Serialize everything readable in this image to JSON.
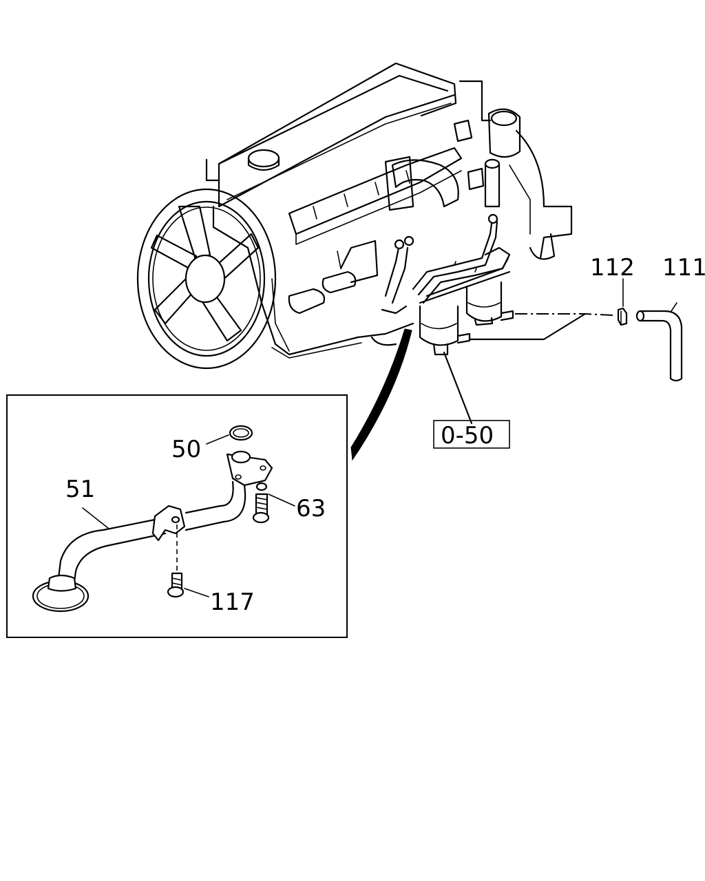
{
  "labels": {
    "p50": "50",
    "p51": "51",
    "p63": "63",
    "p111": "111",
    "p112": "112",
    "p117": "117",
    "ref": "0-50"
  }
}
